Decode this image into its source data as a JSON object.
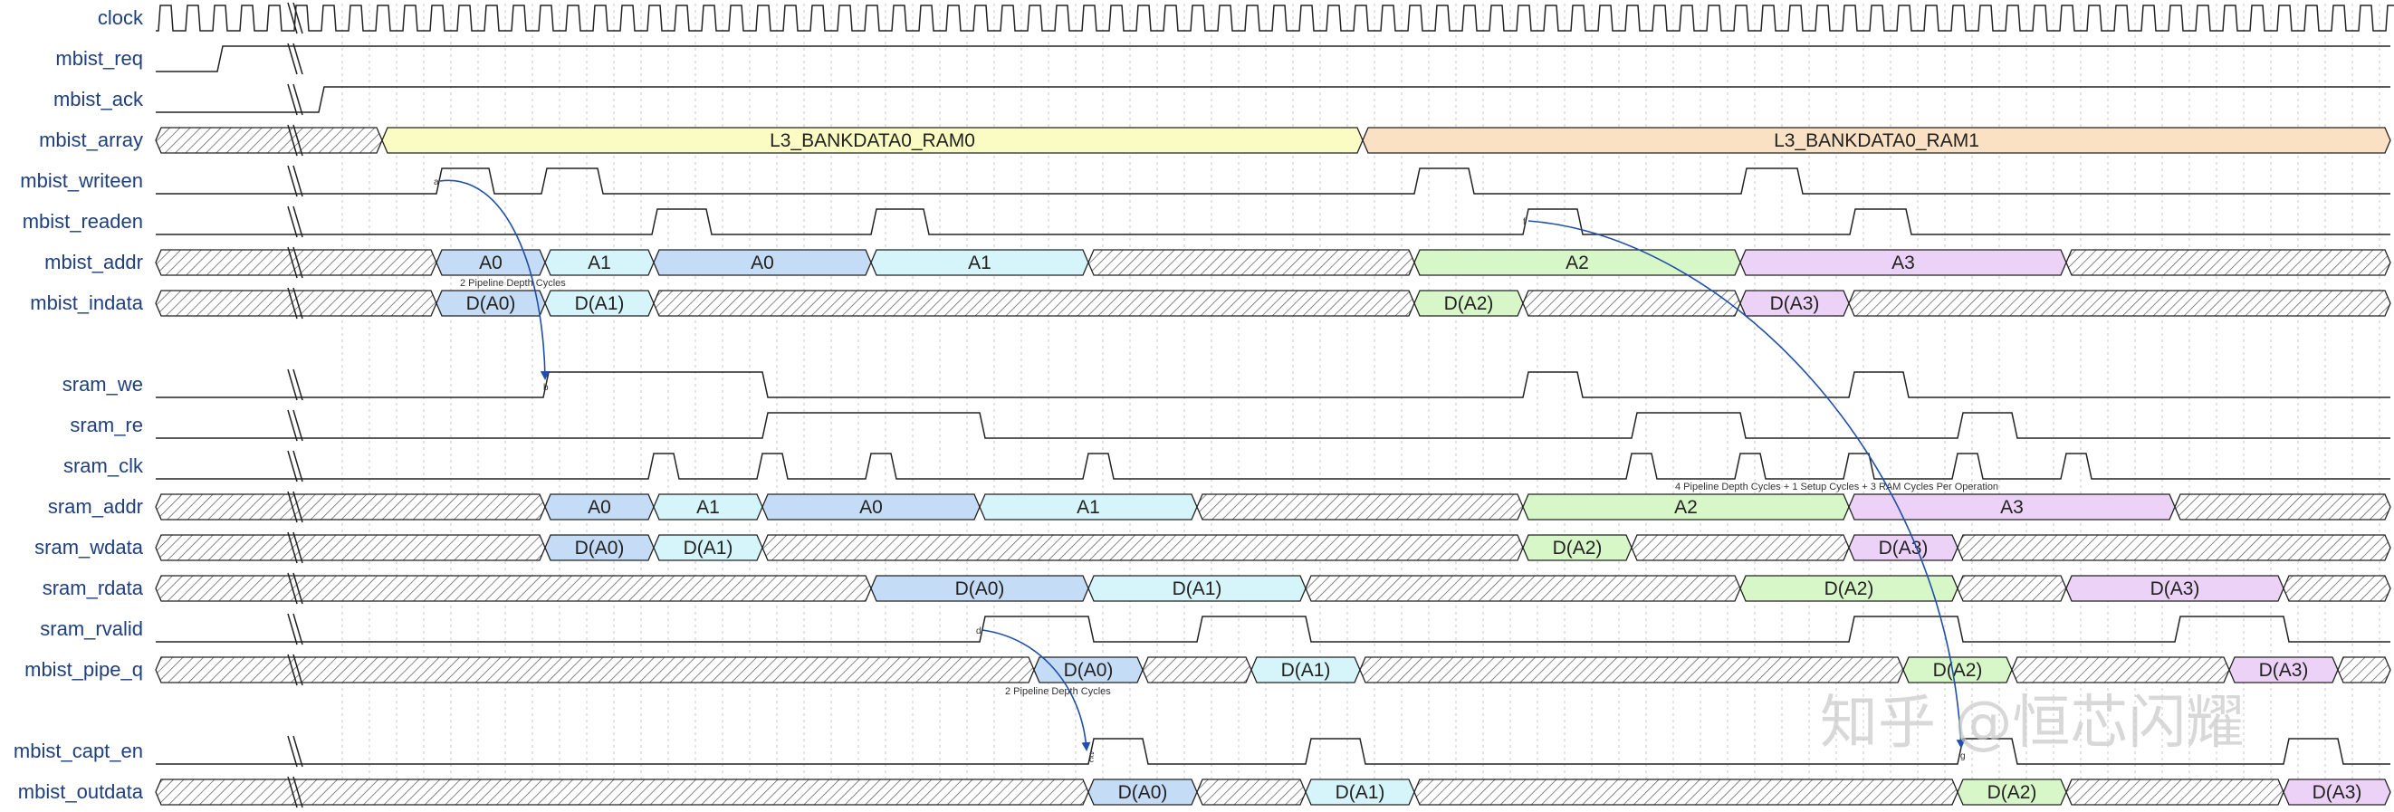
{
  "colors": {
    "label": "#1f3f7f",
    "line": "#222222",
    "grid": "#c9c9c9",
    "arrow": "#1f4fa8",
    "hatch": "#555555",
    "A0": "#c5dcf6",
    "A1": "#d5f5fa",
    "A2": "#d8f7c8",
    "A3": "#ecd2f6",
    "RAM0": "#fbfbc4",
    "RAM1": "#fbe1c4"
  },
  "signals": [
    {
      "name": "clock",
      "type": "clock"
    },
    {
      "name": "mbist_req",
      "type": "bit"
    },
    {
      "name": "mbist_ack",
      "type": "bit"
    },
    {
      "name": "mbist_array",
      "type": "bus"
    },
    {
      "name": "mbist_writeen",
      "type": "bit"
    },
    {
      "name": "mbist_readen",
      "type": "bit"
    },
    {
      "name": "mbist_addr",
      "type": "bus"
    },
    {
      "name": "mbist_indata",
      "type": "bus"
    },
    {
      "name": "sram_we",
      "type": "bit"
    },
    {
      "name": "sram_re",
      "type": "bit"
    },
    {
      "name": "sram_clk",
      "type": "bit"
    },
    {
      "name": "sram_addr",
      "type": "bus"
    },
    {
      "name": "sram_wdata",
      "type": "bus"
    },
    {
      "name": "sram_rdata",
      "type": "bus"
    },
    {
      "name": "sram_rvalid",
      "type": "bit"
    },
    {
      "name": "mbist_pipe_q",
      "type": "bus"
    },
    {
      "name": "mbist_capt_en",
      "type": "bit"
    },
    {
      "name": "mbist_outdata",
      "type": "bus"
    }
  ],
  "bus_values": {
    "mbist_array": [
      "L3_BANKDATA0_RAM0",
      "L3_BANKDATA0_RAM1"
    ],
    "mbist_addr": [
      "A0",
      "A1",
      "A0",
      "A1",
      "A2",
      "A3"
    ],
    "mbist_indata": [
      "D(A0)",
      "D(A1)",
      "D(A2)",
      "D(A3)"
    ],
    "sram_addr": [
      "A0",
      "A1",
      "A0",
      "A1",
      "A2",
      "A3"
    ],
    "sram_wdata": [
      "D(A0)",
      "D(A1)",
      "D(A2)",
      "D(A3)"
    ],
    "sram_rdata": [
      "D(A0)",
      "D(A1)",
      "D(A2)",
      "D(A3)"
    ],
    "mbist_pipe_q": [
      "D(A0)",
      "D(A1)",
      "D(A2)",
      "D(A3)"
    ],
    "mbist_outdata": [
      "D(A0)",
      "D(A1)",
      "D(A2)",
      "D(A3)"
    ]
  },
  "annotations": {
    "pipeline_1": "2 Pipeline Depth Cycles",
    "pipeline_2": "2 Pipeline Depth Cycles",
    "cycles_note": "4 Pipeline Depth Cycles + 1 Setup Cycles + 3 RAM Cycles Per Operation"
  },
  "markers": [
    "a",
    "b",
    "c",
    "d",
    "e",
    "f",
    "g"
  ],
  "watermark": "知乎 @恒芯闪耀"
}
